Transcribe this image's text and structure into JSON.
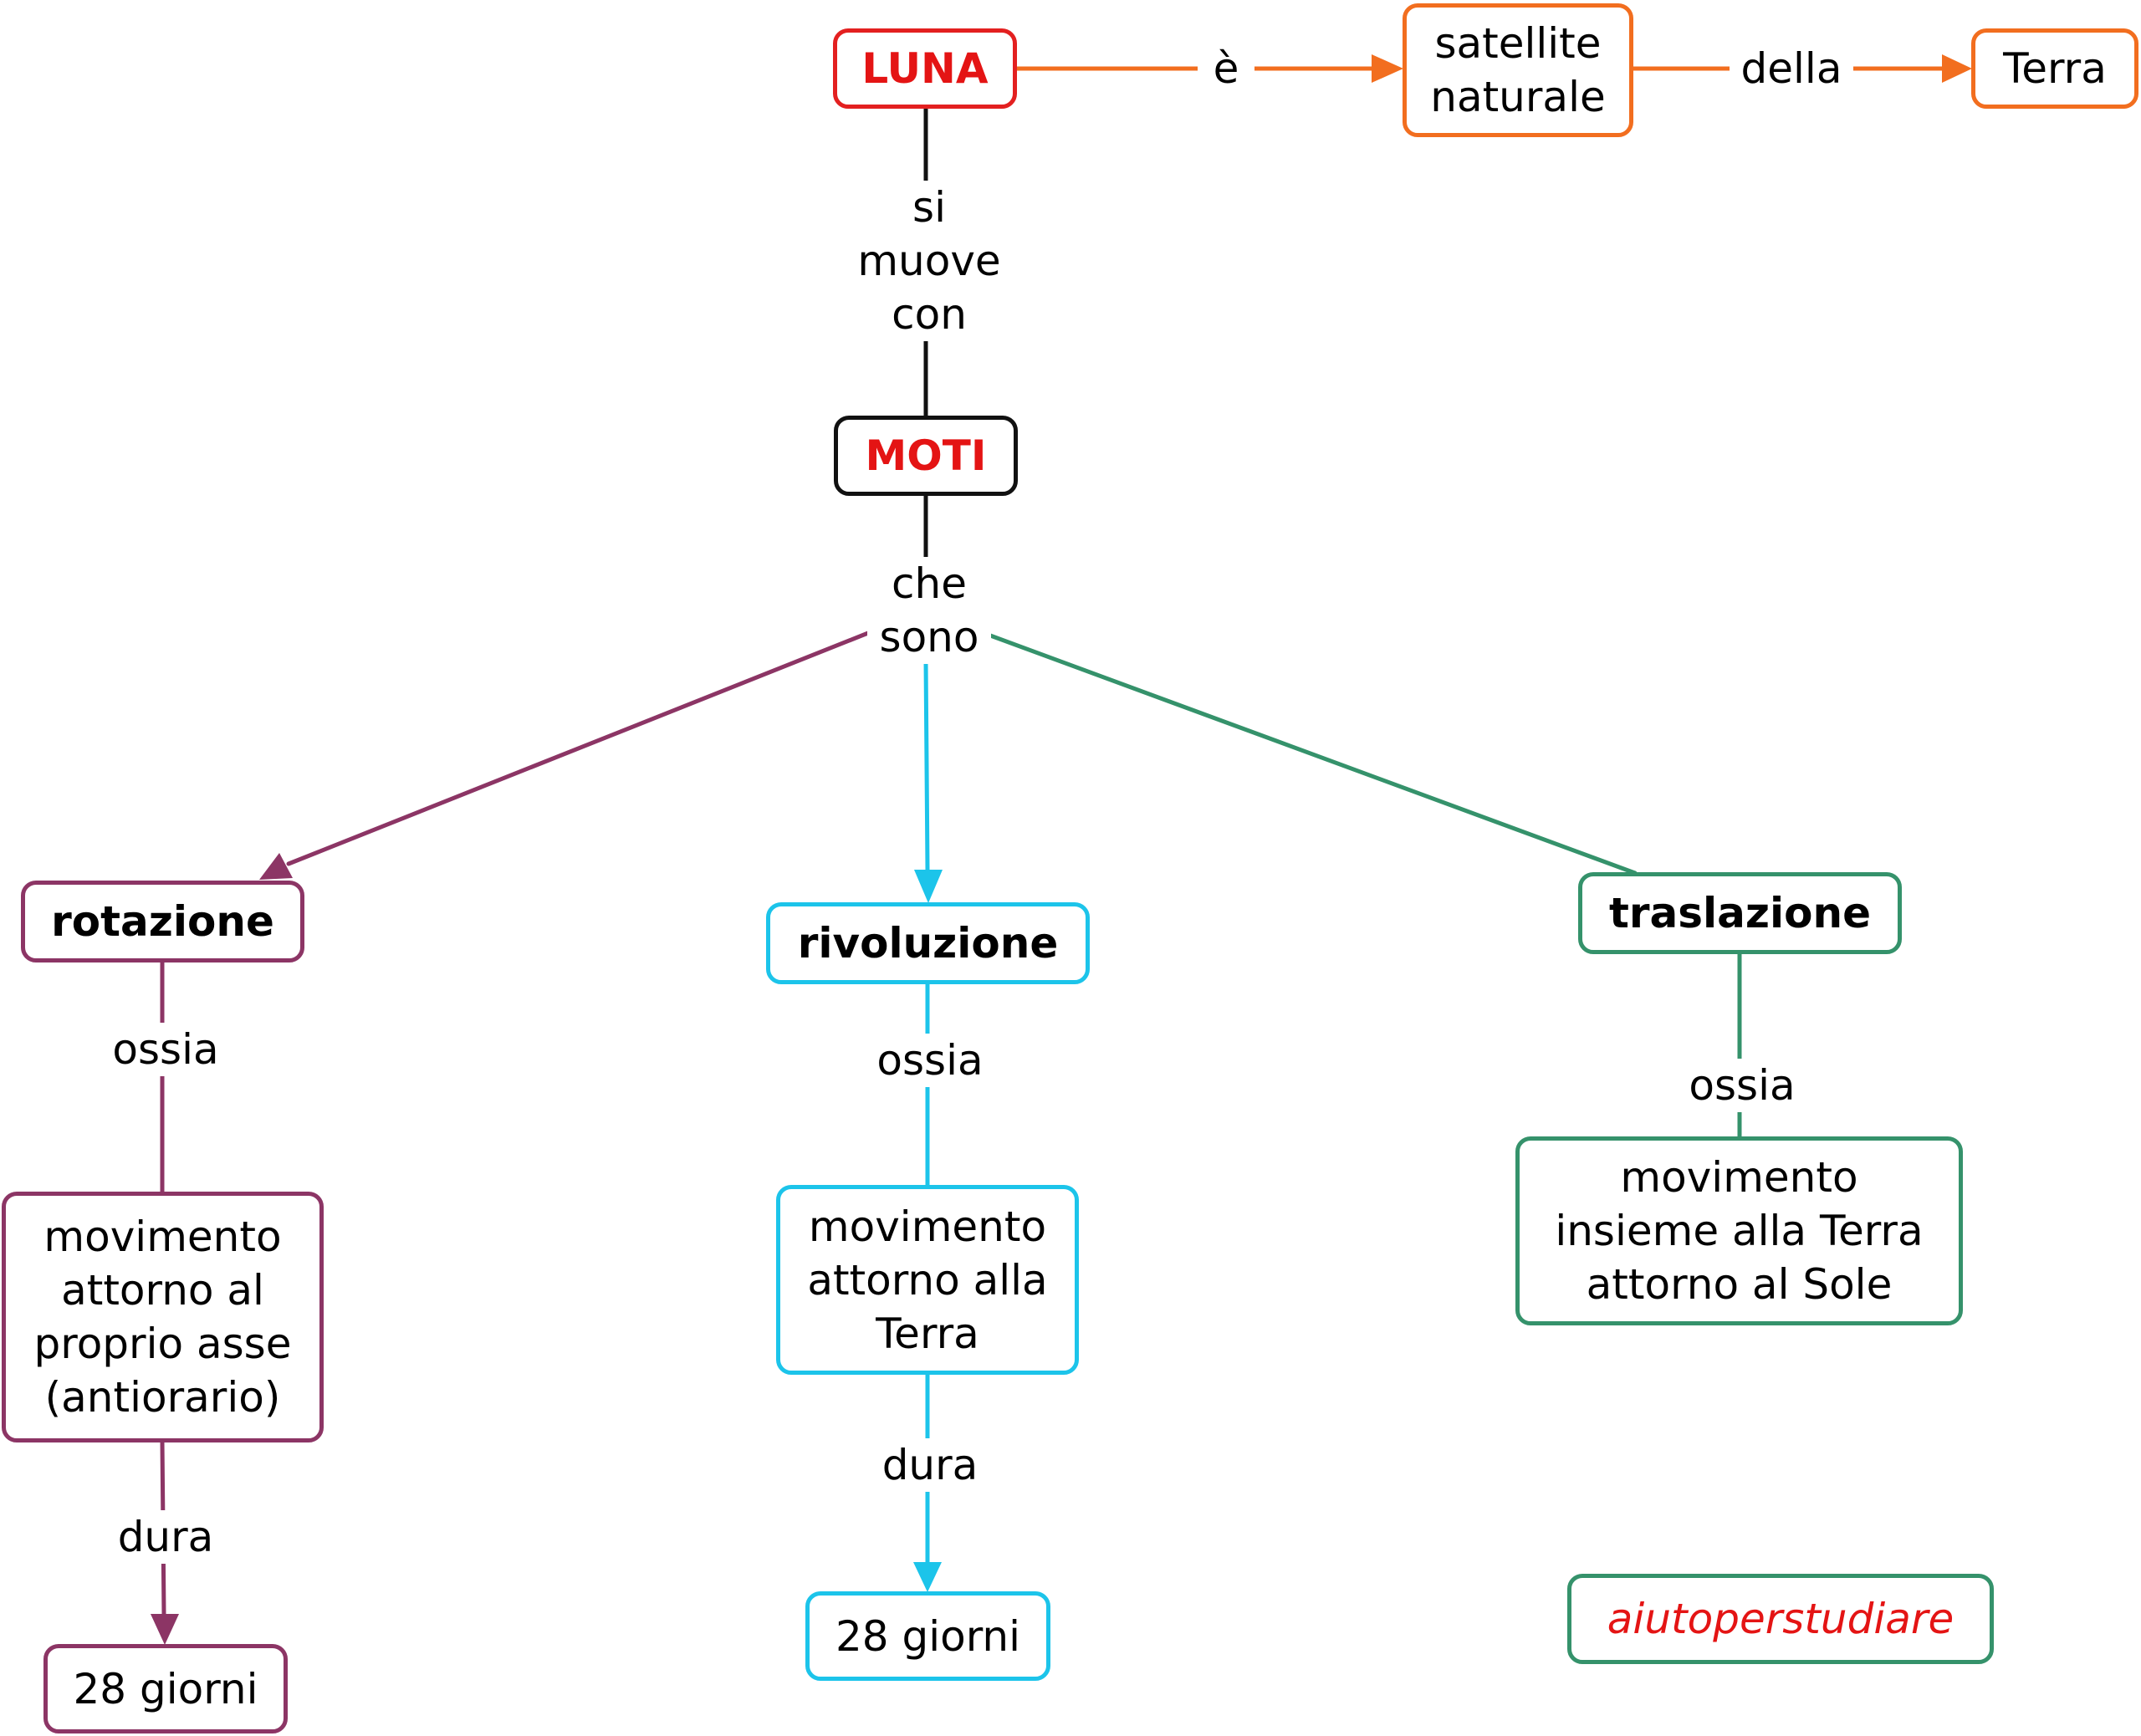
{
  "colors": {
    "red": "#e32020",
    "orange": "#f26e1f",
    "black": "#111111",
    "purple": "#8c3565",
    "cyan": "#1cc4ea",
    "green": "#35926b",
    "title_text": "#e41414"
  },
  "nodes": {
    "luna": "LUNA",
    "satellite": "satellite\nnaturale",
    "terra": "Terra",
    "moti": "MOTI",
    "rotazione": "rotazione",
    "rivoluzione": "rivoluzione",
    "traslazione": "traslazione",
    "rotazione_desc": "movimento\nattorno al\nproprio asse\n(antiorario)",
    "rivoluzione_desc": "movimento\nattorno alla\nTerra",
    "traslazione_desc": "movimento\ninsieme alla Terra\nattorno al Sole",
    "rotazione_dur": "28 giorni",
    "rivoluzione_dur": "28 giorni",
    "brand": "aiutoperstudiare"
  },
  "links": {
    "e": "è",
    "della": "della",
    "si_muove_con": "si\nmuove\ncon",
    "che_sono": "che\nsono",
    "ossia_rotazione": "ossia",
    "ossia_rivoluzione": "ossia",
    "ossia_traslazione": "ossia",
    "dura_rotazione": "dura",
    "dura_rivoluzione": "dura"
  }
}
